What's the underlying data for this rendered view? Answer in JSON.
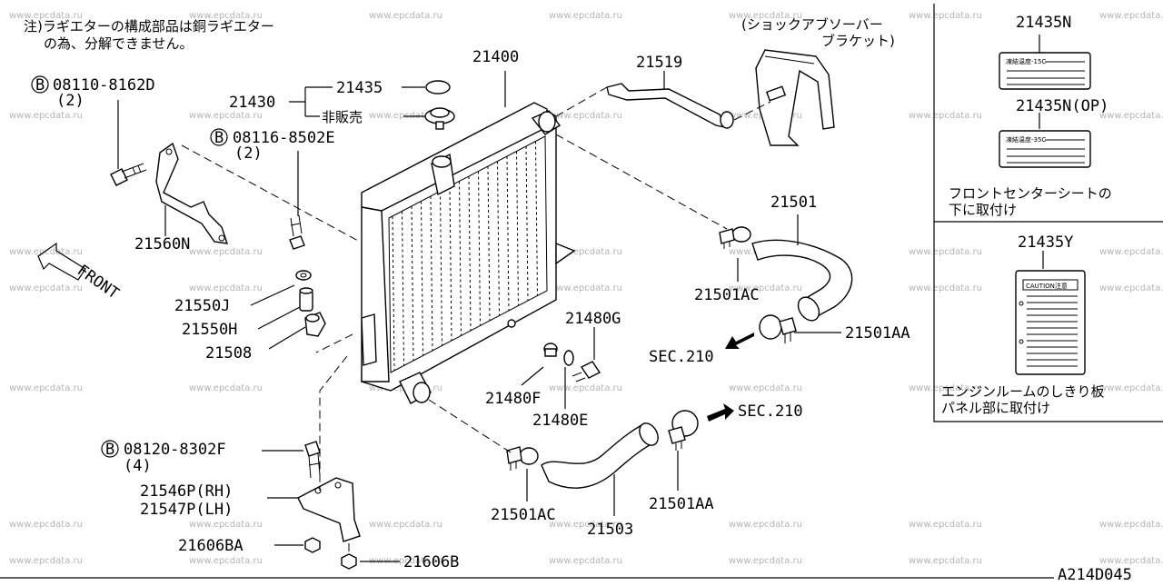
{
  "note": {
    "line1": "注)ラギエターの構成部品は銅ラギエター",
    "line2": "の為、分解できません。"
  },
  "labels": {
    "p21400": "21400",
    "p21519": "21519",
    "bracket_line1": "(ショックアブソーバー",
    "bracket_line2": "ブラケット)",
    "p21435": "21435",
    "p21430": "21430",
    "not_for_sale": "非販売",
    "bolt1_code": "08110-8162D",
    "bolt1_qty": "(2)",
    "bolt2_code": "08116-8502E",
    "bolt2_qty": "(2)",
    "bolt3_code": "08120-8302F",
    "bolt3_qty": "(4)",
    "bolt_mark": "B",
    "p21560N": "21560N",
    "front": "FRONT",
    "p21550J": "21550J",
    "p21550H": "21550H",
    "p21508": "21508",
    "p21501": "21501",
    "p21501AC_top": "21501AC",
    "p21501AA_top": "21501AA",
    "p21480G": "21480G",
    "p21480F": "21480F",
    "p21480E": "21480E",
    "sec210_top": "SEC.210",
    "sec210_bottom": "SEC.210",
    "p21546P": "21546P(RH)",
    "p21547P": "21547P(LH)",
    "p21606BA": "21606BA",
    "p21606B": "21606B",
    "p21501AC_bottom": "21501AC",
    "p21503": "21503",
    "p21501AA_bottom": "21501AA",
    "diagram_code": "A214D045"
  },
  "side_panel": {
    "p21435N": "21435N",
    "label1_text": "凍結温度-15C",
    "p21435N_op": "21435N(OP)",
    "label2_text": "凍結温度-35C",
    "note1_line1": "フロントセンターシートの",
    "note1_line2": "下に取付け",
    "p21435Y": "21435Y",
    "caution_text": "CAUTION注意",
    "note2_line1": "エンジンルームのしきり板",
    "note2_line2": "パネル部に取付け"
  },
  "watermark": "www.epcdata.ru"
}
